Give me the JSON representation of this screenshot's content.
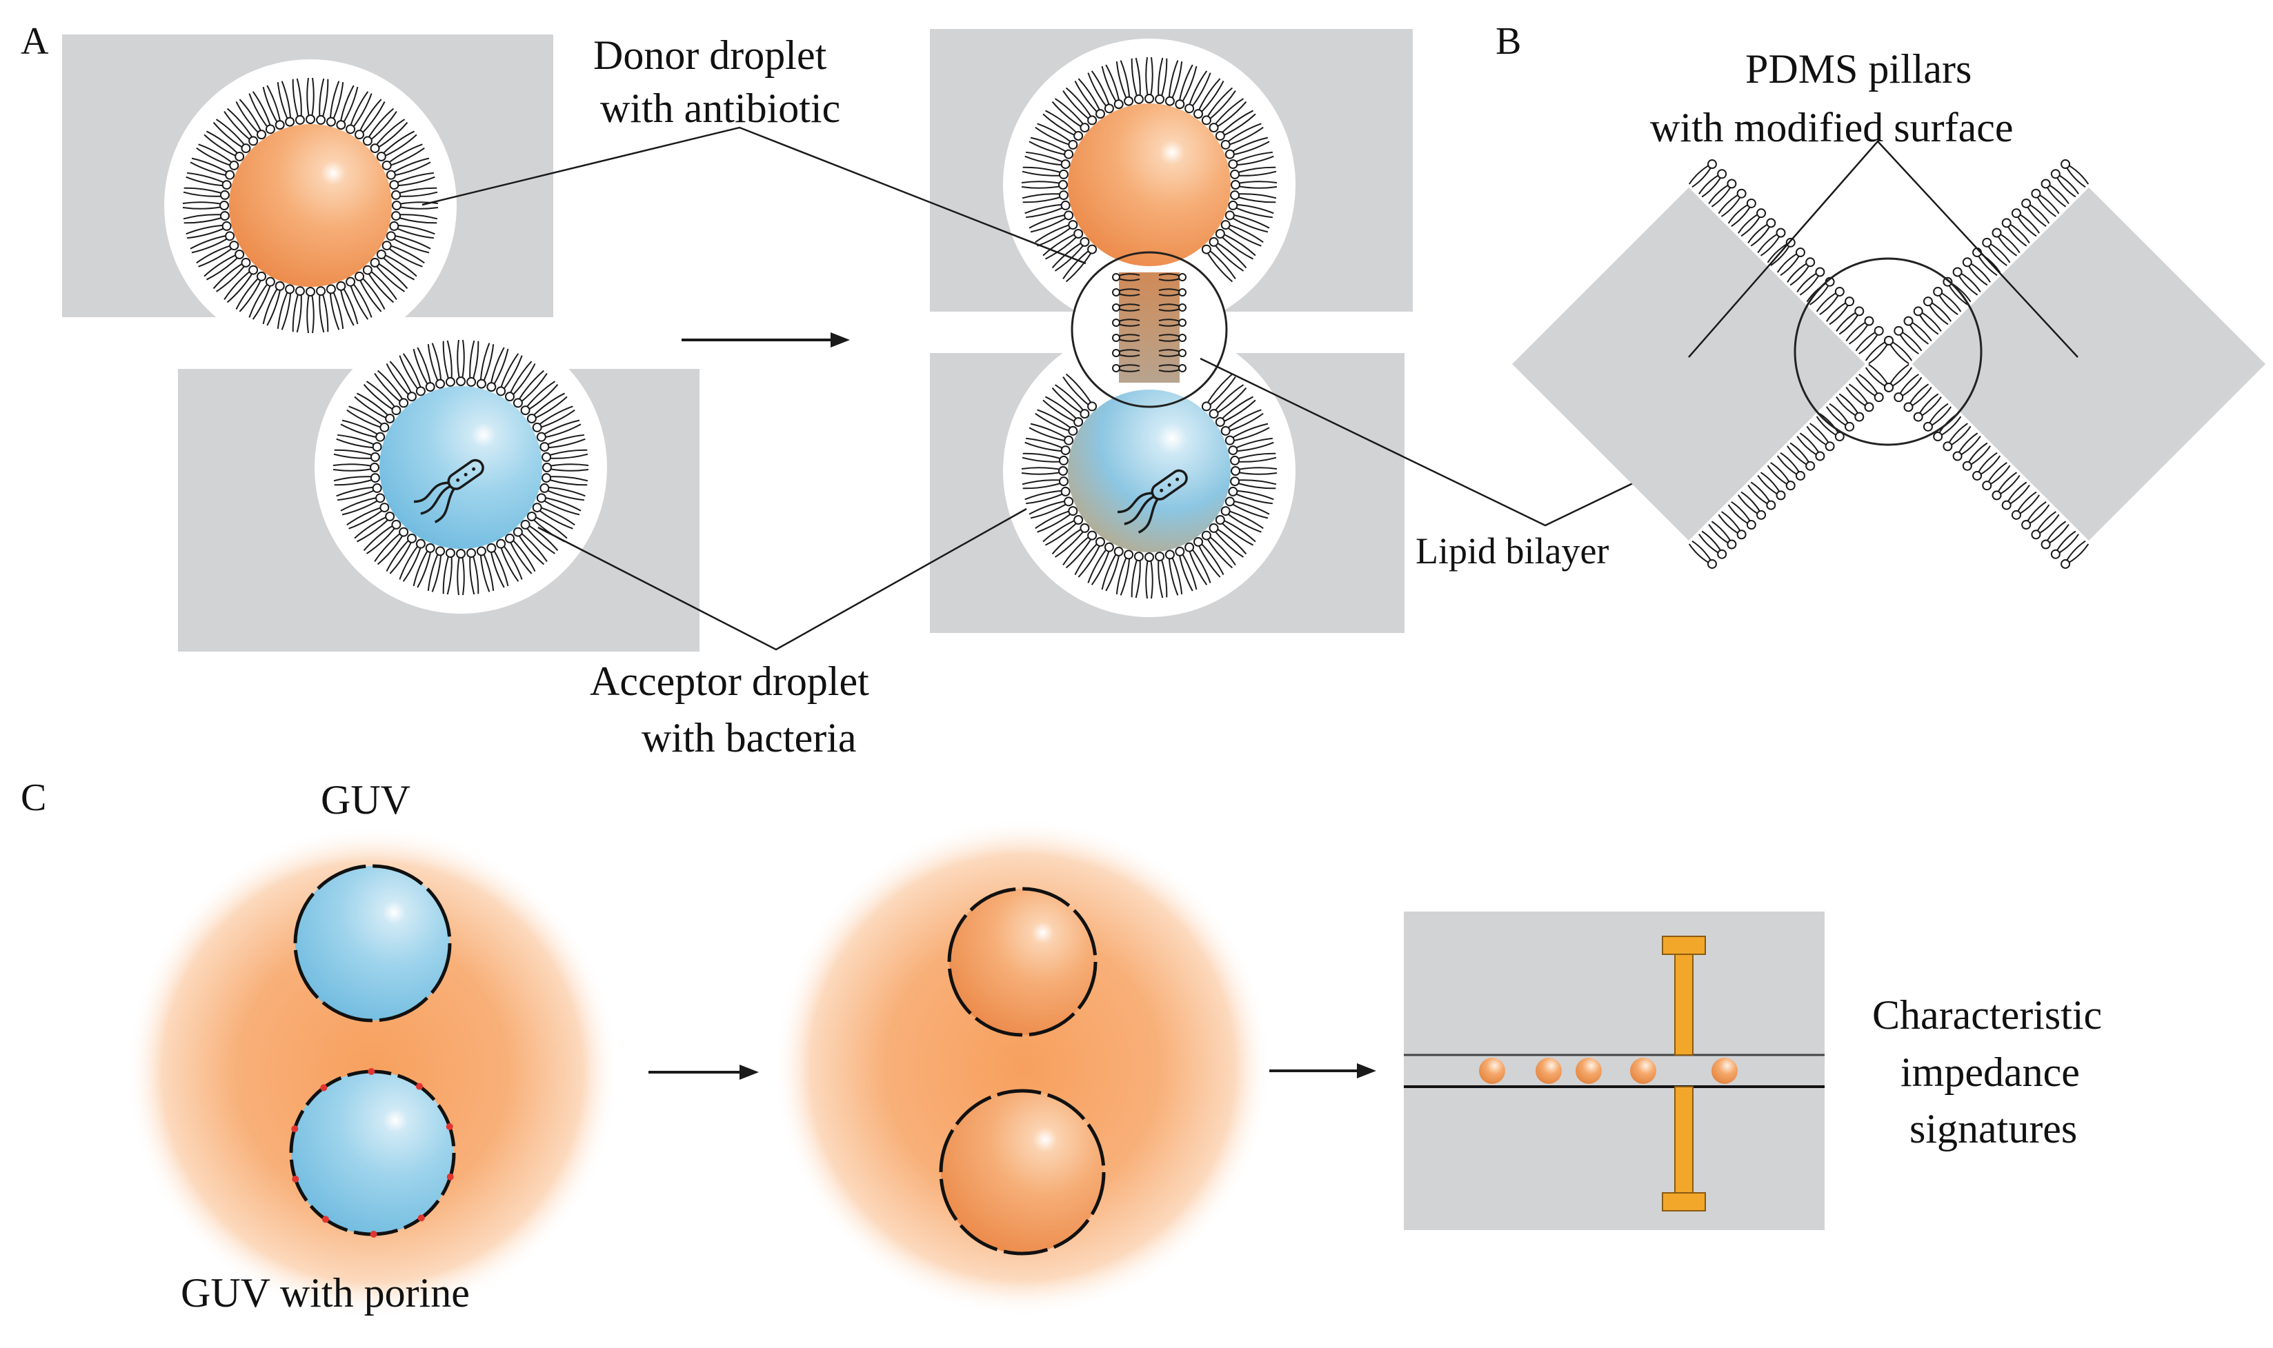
{
  "panels": {
    "a": {
      "letter": "A",
      "donor": {
        "line1": "Donor droplet",
        "line2": "with antibiotic"
      },
      "acceptor": {
        "line1": "Acceptor droplet",
        "line2": "with bacteria"
      },
      "bilayer": "Lipid bilayer"
    },
    "b": {
      "letter": "B",
      "pillars": {
        "line1": "PDMS pillars",
        "line2": "with modified surface"
      }
    },
    "c": {
      "letter": "C",
      "guv": "GUV",
      "guv_porine": "GUV with porine",
      "result": {
        "line1": "Characteristic",
        "line2": "impedance",
        "line3": "signatures"
      }
    }
  },
  "colors": {
    "chamber_gray": "#d2d3d5",
    "donor_orange": "#f2a064",
    "acceptor_blue": "#87c9e6",
    "electrode_yellow": "#f2a72a",
    "porine_red": "#e2352f",
    "line": "#1a1a1a"
  }
}
